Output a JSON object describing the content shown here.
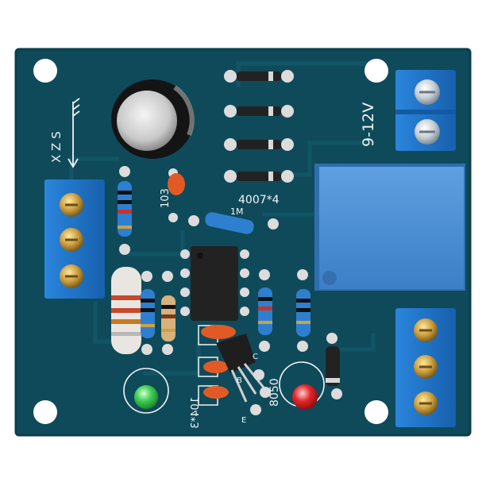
{
  "board": {
    "color": "#0f4a5a",
    "edge_color": "#0a3d49",
    "trace_color": "#135767",
    "silkscreen": {
      "xzs": "X  Z  S",
      "voltage": "9-12V",
      "cap_code": "103",
      "diode_code": "4007*4",
      "ceramic_code": "104*3",
      "transistor_code": "8050",
      "pin_c": "C",
      "pin_e": "E",
      "pin_b": "B",
      "resistor_mark": "1M"
    },
    "components": {
      "terminal_left": {
        "color": "#1b72c8",
        "screws": 3
      },
      "terminal_top_right": {
        "color": "#1b72c8",
        "screws": 2
      },
      "terminal_bottom_right": {
        "color": "#1b72c8",
        "screws": 3
      },
      "relay": {
        "color": "#4a8fd6"
      },
      "led_green": {
        "color": "#36c24a"
      },
      "led_red": {
        "color": "#e0252a"
      },
      "ic": {
        "color": "#222222",
        "pins": 8
      },
      "electrolytic_cap": {
        "color": "#141414"
      },
      "ceramic_cap": {
        "color": "#e15a25"
      },
      "transistor": {
        "color": "#1e1e1e"
      }
    }
  }
}
